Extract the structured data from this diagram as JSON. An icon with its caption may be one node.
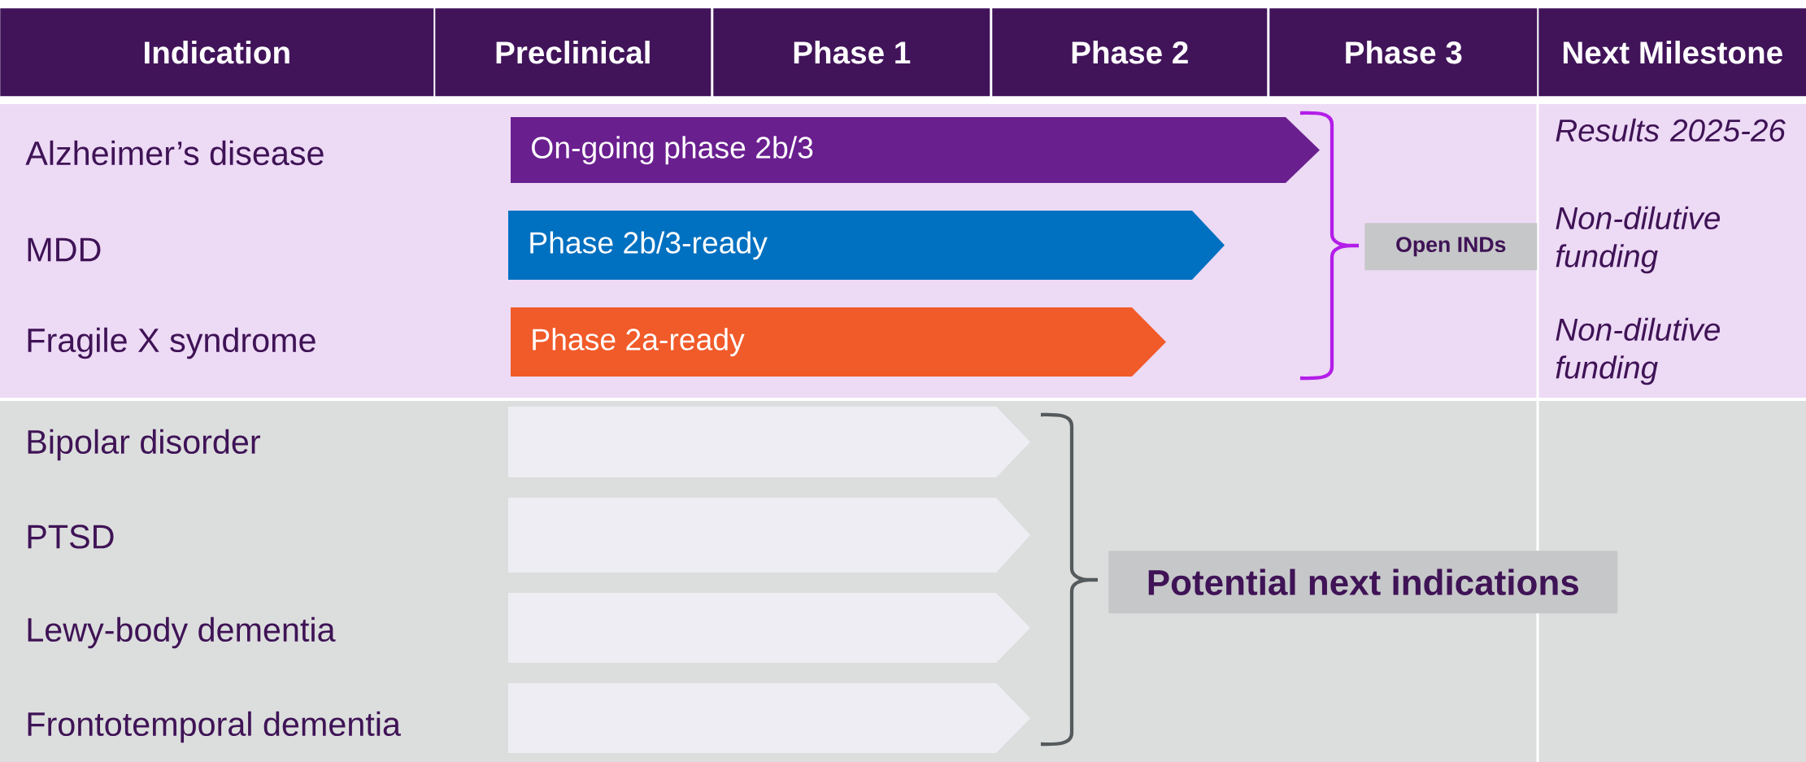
{
  "diagram": {
    "nodes": [
      {
        "text": [
          "Indication"
        ]
      },
      {
        "text": [
          "Preclinical"
        ]
      },
      {
        "text": [
          "Phase 1"
        ]
      },
      {
        "text": [
          "Phase 2"
        ]
      },
      {
        "text": [
          "Phase 3"
        ]
      },
      {
        "text": [
          "Next Milestone"
        ]
      },
      {
        "text": [
          "On-going phase 2b/3"
        ]
      },
      {
        "text": [
          "Phase 2b/3-ready"
        ]
      },
      {
        "text": [
          "Phase 2a-ready"
        ]
      },
      {
        "text": [
          "Open INDs"
        ]
      },
      {
        "text": [],
        "shape": "bar"
      },
      {
        "text": [],
        "shape": "bar"
      },
      {
        "text": [],
        "shape": "bar"
      },
      {
        "text": [],
        "shape": "bar"
      },
      {
        "text": [
          "Potential next indications"
        ]
      }
    ],
    "labels": [
      "Alzheimer’s disease",
      "Results 2025-26",
      "MDD",
      "Non-dilutive funding",
      "Fragile X syndrome",
      "Non-dilutive funding",
      "Bipolar disorder",
      "PTSD",
      "Lewy-body dementia",
      "Frontotemporal dementia"
    ]
  }
}
